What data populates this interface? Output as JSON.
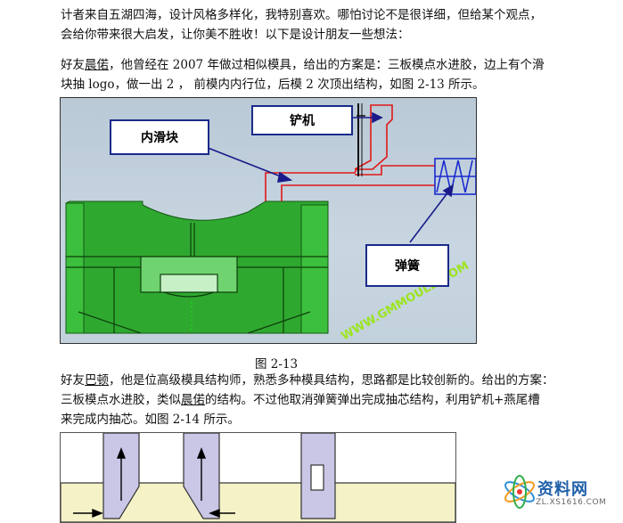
{
  "paragraphs": {
    "p1_line1": "计者来自五湖四海，设计风格多样化，我特别喜欢。哪怕讨论不是很详细，但给某个观点，",
    "p1_line2": "会给你带来很大启发，让你美不胜收！以下是设计朋友一些想法：",
    "p2_a": "好友",
    "p2_name": "晨偌",
    "p2_b": "，他曾经在 2007 年做过相似模具，给出的方案是：三板模点水进胶，边上有个滑",
    "p2_line2": "块抽 logo，做一出 2  ，  前模内内行位，后模 2 次顶出结构，如图 2-13 所示。",
    "p3_a": "好友",
    "p3_name": "巴顿",
    "p3_b": "，他是位高级模具结构师，熟悉多种模具结构，思路都是比较创新的。给出的方案：",
    "p3_line2a": "三板模点水进胶，类似",
    "p3_line2_name": "晨偌",
    "p3_line2b": "的结构。不过他取消弹簧弹出完成抽芯结构，利用铲机+燕尾槽",
    "p3_line3": "来完成内抽芯。如图 2-14 所示。"
  },
  "figure1": {
    "caption": "图 2-13",
    "callouts": {
      "inner_slider": "内滑块",
      "shovel": "铲机",
      "spring": "弹簧"
    },
    "watermark": "WWW.GMMOULD.COM",
    "colors": {
      "mold": "#2fa82f",
      "callout_border": "#1a2a8a",
      "red_line": "#e01818",
      "blue_line": "#1a2acf",
      "watermark": "#9be51e"
    }
  },
  "figure2": {
    "colors": {
      "slider_fill": "#c9c6e6",
      "base_fill": "#f5f2c8"
    }
  },
  "site_watermark": {
    "text": "资料网",
    "url": "ZL.XS1616.COM"
  }
}
